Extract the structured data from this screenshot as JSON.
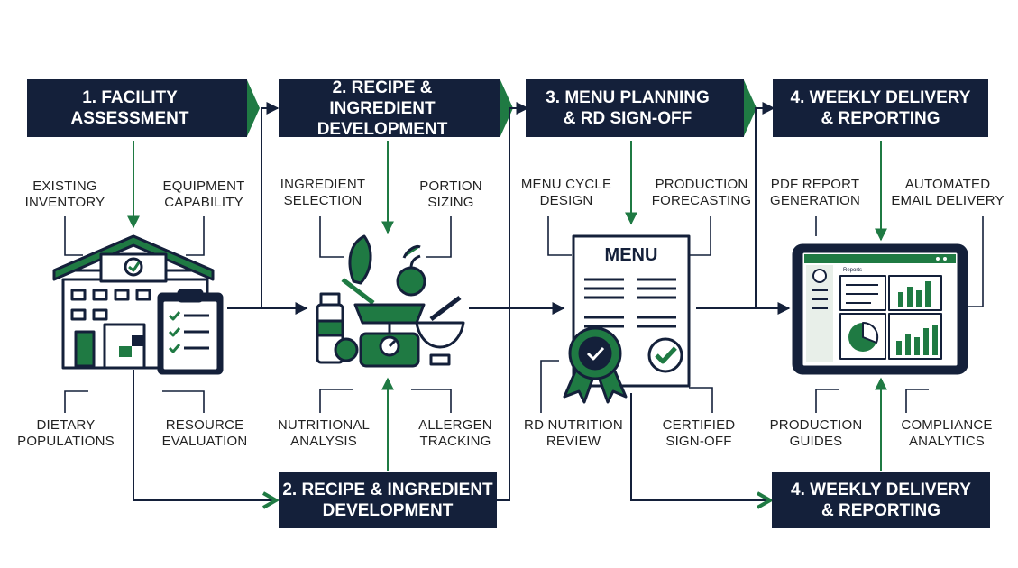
{
  "stages": [
    {
      "id": 1,
      "title": "1. FACILITY\nASSESSMENT",
      "top_labels": [
        "EXISTING\nINVENTORY",
        "EQUIPMENT\nCAPABILITY"
      ],
      "bottom_labels": [
        "DIETARY\nPOPULATIONS",
        "RESOURCE\nEVALUATION"
      ],
      "icon": "facility-checklist-icon"
    },
    {
      "id": 2,
      "title": "2. RECIPE & INGREDIENT\nDEVELOPMENT",
      "top_labels": [
        "INGREDIENT\nSELECTION",
        "PORTION\nSIZING"
      ],
      "bottom_labels": [
        "NUTRITIONAL\nANALYSIS",
        "ALLERGEN\nTRACKING"
      ],
      "icon": "ingredients-scale-icon"
    },
    {
      "id": 3,
      "title": "3. MENU PLANNING\n& RD SIGN-OFF",
      "top_labels": [
        "MENU CYCLE\nDESIGN",
        "PRODUCTION\nFORECASTING"
      ],
      "bottom_labels": [
        "RD NUTRITION\nREVIEW",
        "CERTIFIED\nSIGN-OFF"
      ],
      "icon": "menu-certified-icon",
      "menu_word": "MENU"
    },
    {
      "id": 4,
      "title": "4. WEEKLY DELIVERY\n& REPORTING",
      "top_labels": [
        "PDF REPORT\nGENERATION",
        "AUTOMATED\nEMAIL DELIVERY"
      ],
      "bottom_labels": [
        "PRODUCTION\nGUIDES",
        "COMPLIANCE\nANALYTICS"
      ],
      "icon": "tablet-reports-icon",
      "screen_title": "Reports"
    }
  ],
  "bottom_boxes": [
    {
      "title": "2. RECIPE & INGREDIENT\nDEVELOPMENT"
    },
    {
      "title": "4. WEEKLY DELIVERY\n& REPORTING"
    }
  ],
  "colors": {
    "navy": "#14203a",
    "green": "#1f7a43",
    "ink": "#1f2430"
  }
}
